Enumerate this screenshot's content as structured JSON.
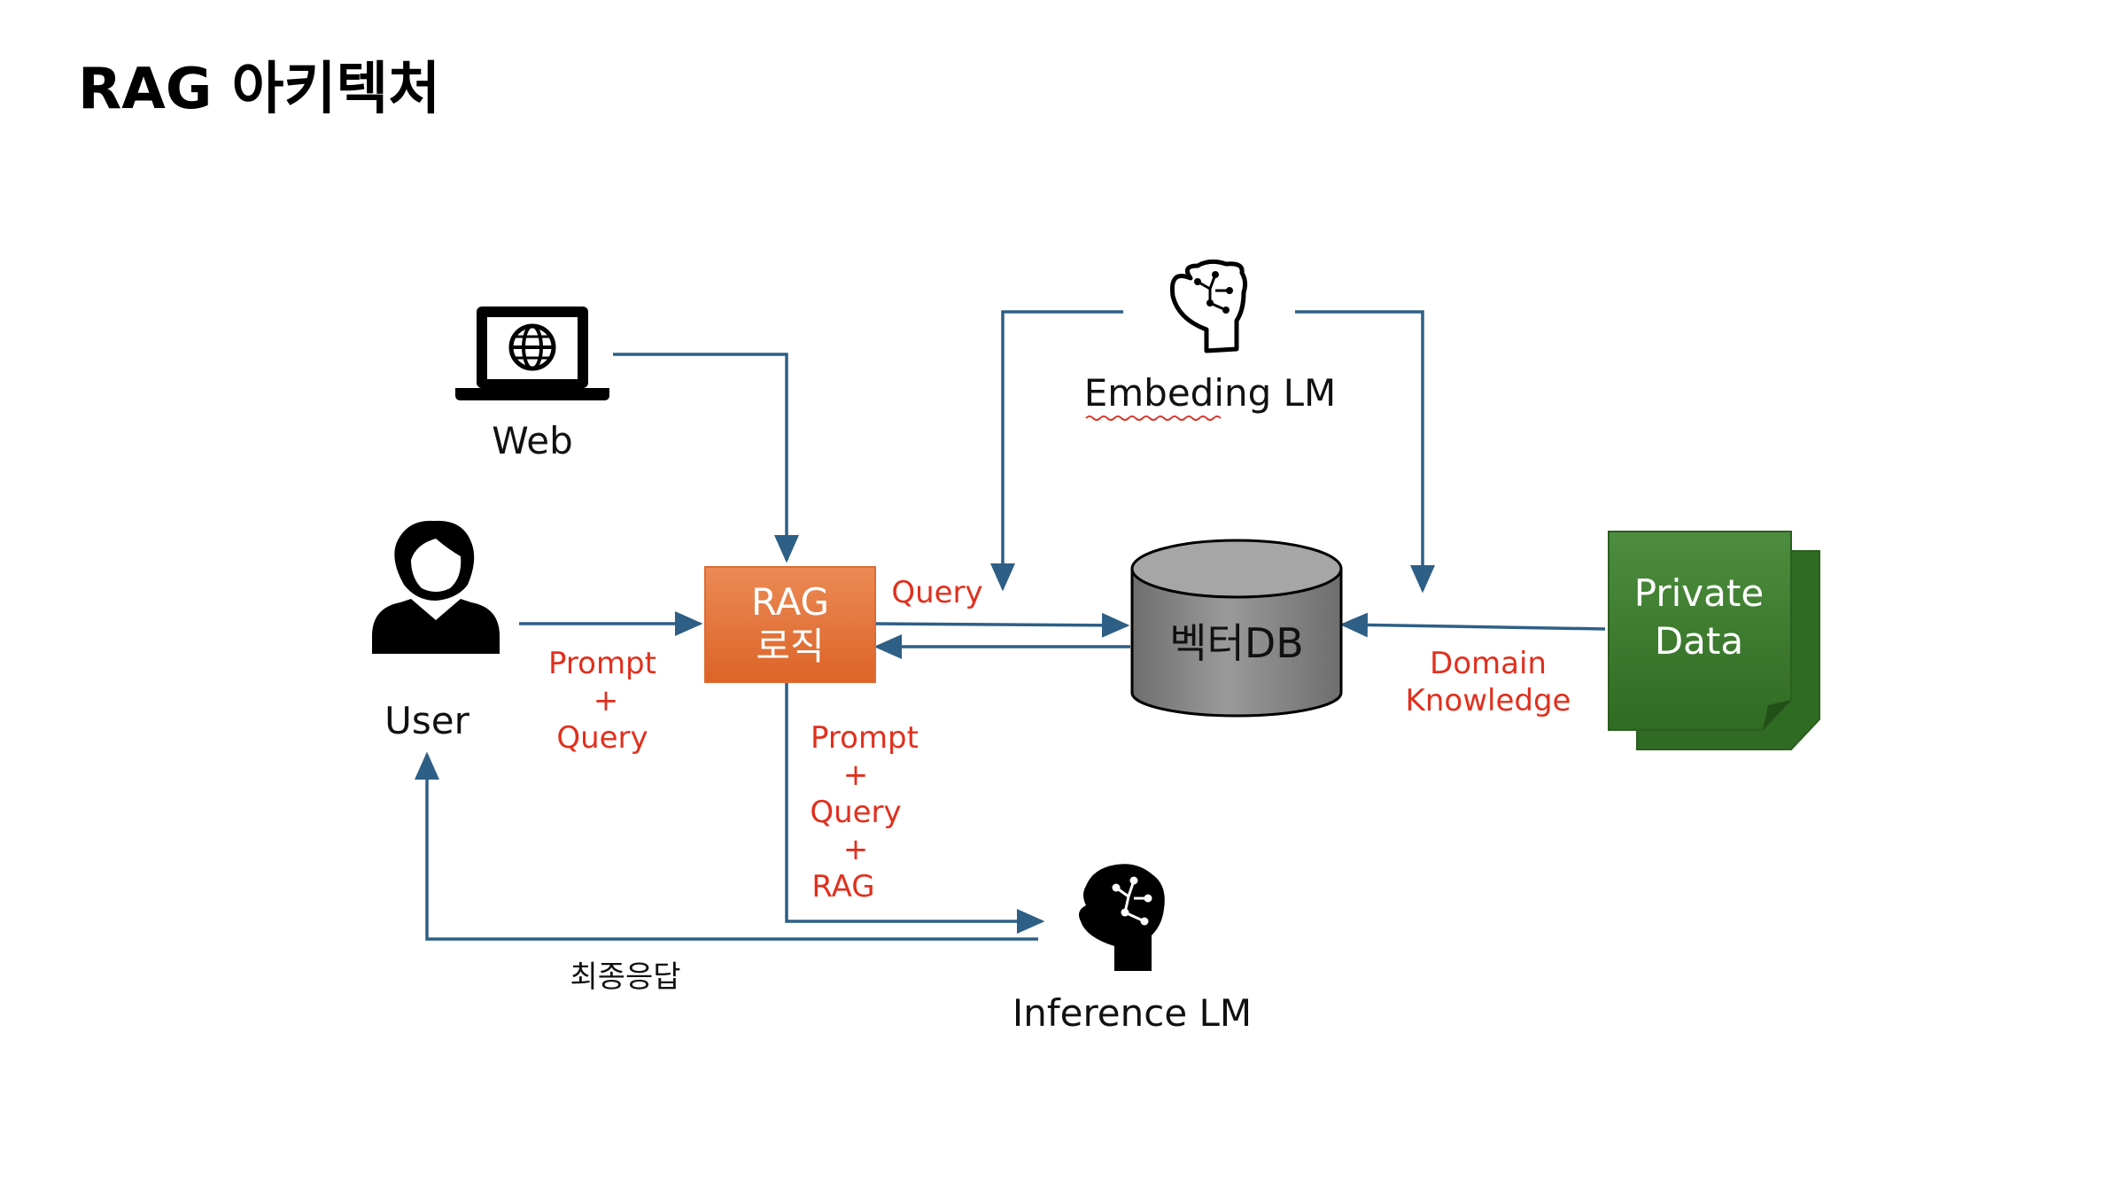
{
  "title": "RAG 아키텍처",
  "nodes": {
    "web": "Web",
    "embedding": "Embeding LM",
    "user": "User",
    "rag_logic": [
      "RAG",
      "로직"
    ],
    "vector_db": "벡터DB",
    "private_data": [
      "Private",
      "Data"
    ],
    "inference": "Inference LM"
  },
  "edge_labels": {
    "user_to_rag": [
      "Prompt",
      "+",
      "Query"
    ],
    "rag_to_db": "Query",
    "data_to_db": [
      "Domain",
      "Knowledge"
    ],
    "rag_to_inference": [
      "Prompt",
      "+",
      "Query",
      "+",
      "RAG"
    ],
    "inference_to_user": "최종응답"
  },
  "icons": {
    "web": "laptop-globe-icon",
    "embedding": "brain-circuit-head-outline-icon",
    "user": "user-woman-icon",
    "inference": "brain-circuit-head-solid-icon"
  },
  "colors": {
    "arrow": "#2e5f86",
    "rag_box": "#e8733a",
    "private_data": "#3a7a2c",
    "vector_db": "#8c8c8c",
    "edge_label": "#e0301e"
  }
}
